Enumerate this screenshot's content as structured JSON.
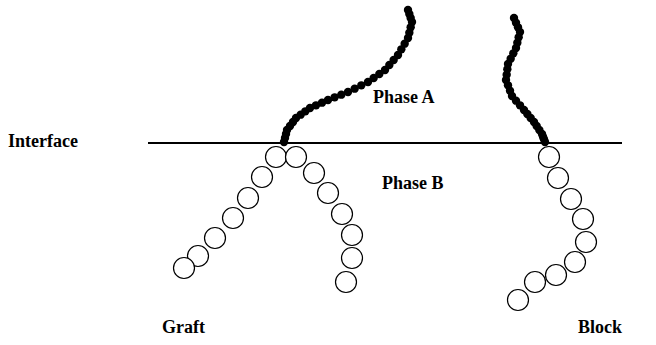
{
  "diagram": {
    "labels": [
      "Phase A",
      "Interface",
      "Phase B",
      "Graft",
      "Block"
    ]
  }
}
